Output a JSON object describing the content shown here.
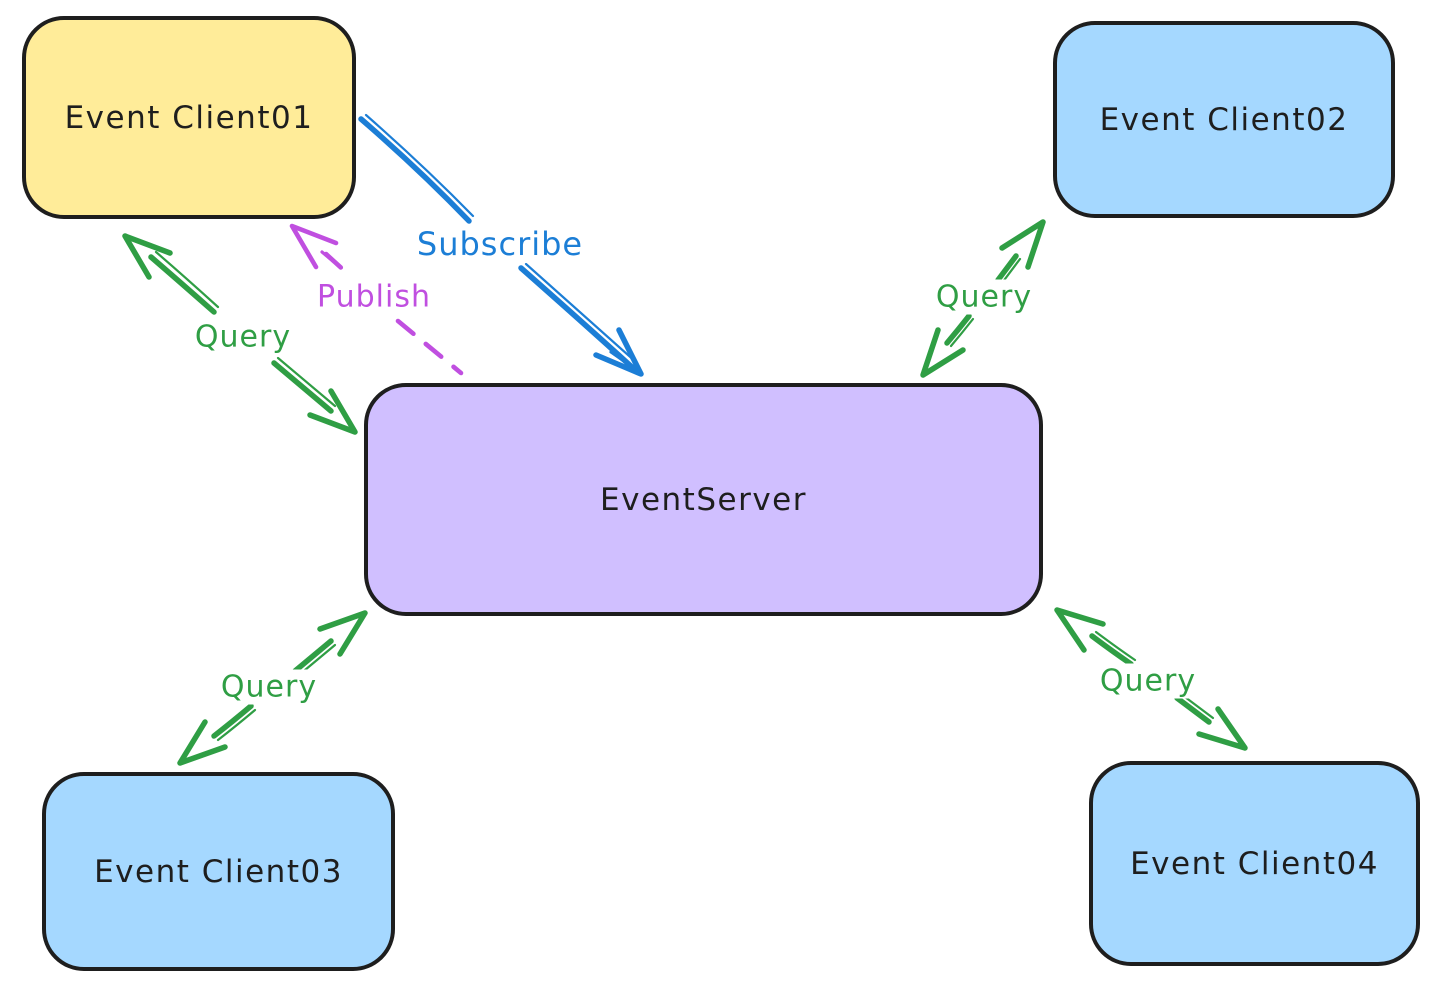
{
  "diagram": {
    "nodes": [
      {
        "id": "event-client01",
        "label": "Event Client01",
        "fill": "#ffec99",
        "border": "#1e1e1e"
      },
      {
        "id": "event-client02",
        "label": "Event Client02",
        "fill": "#a5d8ff",
        "border": "#1e1e1e"
      },
      {
        "id": "event-server",
        "label": "EventServer",
        "fill": "#d0bfff",
        "border": "#1e1e1e"
      },
      {
        "id": "event-client03",
        "label": "Event Client03",
        "fill": "#a5d8ff",
        "border": "#1e1e1e"
      },
      {
        "id": "event-client04",
        "label": "Event Client04",
        "fill": "#a5d8ff",
        "border": "#1e1e1e"
      }
    ],
    "edges": [
      {
        "id": "subscribe-edge",
        "label": "Subscribe",
        "from": "Event Client01",
        "to": "EventServer",
        "color": "#1c7ed6",
        "line": "solid",
        "arrows": "one-way"
      },
      {
        "id": "publish-edge",
        "label": "Publish",
        "from": "EventServer",
        "to": "Event Client01",
        "color": "#c04fe0",
        "line": "dashed",
        "arrows": "one-way"
      },
      {
        "id": "query-edge-client01",
        "label": "Query",
        "from": "Event Client01",
        "to": "EventServer",
        "color": "#2f9e44",
        "line": "solid",
        "arrows": "two-way"
      },
      {
        "id": "query-edge-client02",
        "label": "Query",
        "from": "Event Client02",
        "to": "EventServer",
        "color": "#2f9e44",
        "line": "solid",
        "arrows": "two-way"
      },
      {
        "id": "query-edge-client03",
        "label": "Query",
        "from": "Event Client03",
        "to": "EventServer",
        "color": "#2f9e44",
        "line": "solid",
        "arrows": "two-way"
      },
      {
        "id": "query-edge-client04",
        "label": "Query",
        "from": "Event Client04",
        "to": "EventServer",
        "color": "#2f9e44",
        "line": "solid",
        "arrows": "two-way"
      }
    ]
  }
}
